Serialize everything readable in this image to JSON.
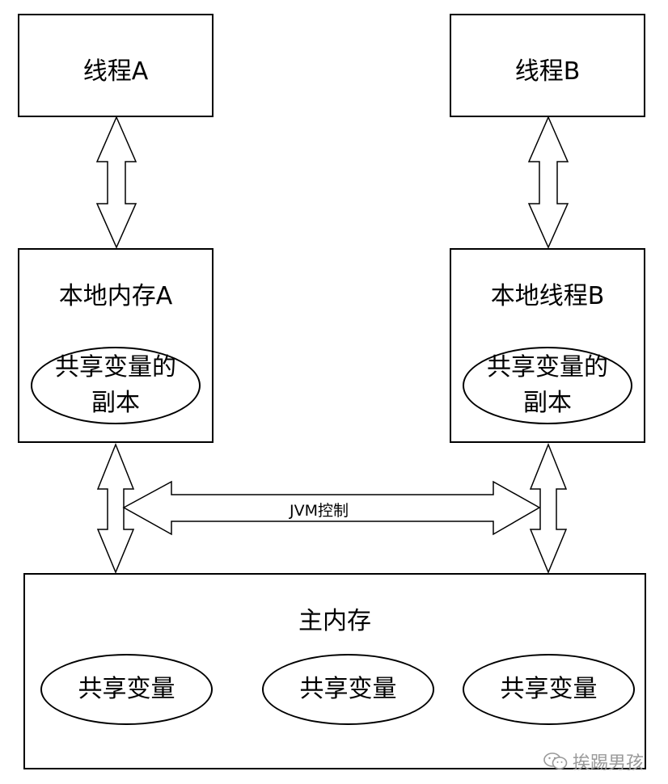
{
  "thread_a": {
    "title": "线程A"
  },
  "thread_b": {
    "title": "线程B"
  },
  "local_a": {
    "title": "本地内存A",
    "copy_label": "共享变量的副本"
  },
  "local_b": {
    "title": "本地线程B",
    "copy_label": "共享变量的副本"
  },
  "jvm_label": "JVM控制",
  "main_memory": {
    "title": "主内存",
    "vars": [
      "共享变量",
      "共享变量",
      "共享变量"
    ]
  },
  "watermark": {
    "icon": "wechat-icon",
    "text": "挨踢男孩"
  }
}
